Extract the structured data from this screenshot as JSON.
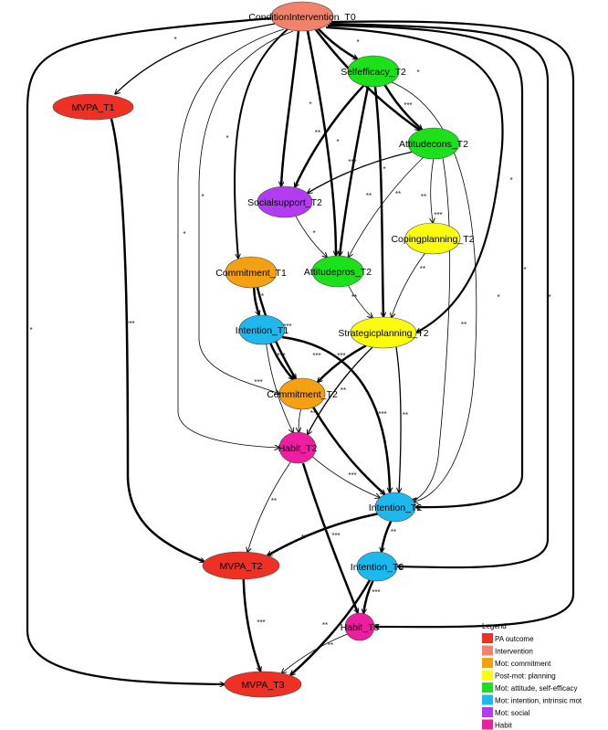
{
  "colors": {
    "intervention": "#f0826e",
    "outcome": "#ee3124",
    "commitment": "#f5a011",
    "planning": "#fbfb0c",
    "attitude": "#1ae11a",
    "intention": "#1cb8ee",
    "social": "#b23cf0",
    "habit": "#ee1ea0"
  },
  "nodes": {
    "intervention": "ConditionIntervention_T0",
    "mvpa_t1": "MVPA_T1",
    "selfefficacy_t2": "Selfefficacy_T2",
    "attitudecons_t2": "Attitudecons_T2",
    "socialsupport_t2": "Socialsupport_T2",
    "copingplanning_t2": "Copingplanning_T2",
    "commitment_t1": "Commitment_T1",
    "attitudepros_t2": "Attitudepros_T2",
    "intention_t1": "Intention_T1",
    "strategicplanning_t2": "Strategicplanning_T2",
    "commitment_t2": "Commitment_T2",
    "habit_t2": "Habit_T2",
    "intention_t2": "Intention_T2",
    "mvpa_t2": "MVPA_T2",
    "intention_t3": "Intention_T3",
    "habit_t3": "Habit_T3",
    "mvpa_t3": "MVPA_T3"
  },
  "edges": [
    {
      "from": "intervention",
      "to": "mvpa_t1",
      "label": "*",
      "weight": 1.3
    },
    {
      "from": "intervention",
      "to": "selfefficacy_t2",
      "label": "*",
      "weight": 2.5
    },
    {
      "from": "intervention",
      "to": "attitudecons_t2",
      "label": "*",
      "weight": 2.5
    },
    {
      "from": "intervention",
      "to": "socialsupport_t2",
      "label": "*",
      "weight": 2.5
    },
    {
      "from": "intervention",
      "to": "attitudepros_t2",
      "label": "*",
      "weight": 2.5
    },
    {
      "from": "intervention",
      "to": "commitment_t1",
      "label": "*",
      "weight": 2
    },
    {
      "from": "intervention",
      "to": "commitment_t2",
      "label": "*",
      "weight": 0.8
    },
    {
      "from": "intervention",
      "to": "habit_t2",
      "label": "*",
      "weight": 0.8
    },
    {
      "from": "intervention",
      "to": "strategicplanning_t2",
      "label": "*",
      "weight": 2.2
    },
    {
      "from": "intervention",
      "to": "intention_t2",
      "label": "*",
      "weight": 2.2
    },
    {
      "from": "intervention",
      "to": "intention_t3",
      "label": "*",
      "weight": 2.2
    },
    {
      "from": "intervention",
      "to": "habit_t3",
      "label": "*",
      "weight": 2.2
    },
    {
      "from": "intervention",
      "to": "mvpa_t3",
      "label": "*",
      "weight": 2.2
    },
    {
      "from": "selfefficacy_t2",
      "to": "attitudecons_t2",
      "label": "***",
      "weight": 2.5
    },
    {
      "from": "selfefficacy_t2",
      "to": "socialsupport_t2",
      "label": "**",
      "weight": 2.5
    },
    {
      "from": "selfefficacy_t2",
      "to": "attitudepros_t2",
      "label": "***",
      "weight": 2.5
    },
    {
      "from": "selfefficacy_t2",
      "to": "strategicplanning_t2",
      "label": "**",
      "weight": 2.5
    },
    {
      "from": "selfefficacy_t2",
      "to": "intention_t2",
      "label": "**",
      "weight": 0.8
    },
    {
      "from": "attitudecons_t2",
      "to": "socialsupport_t2",
      "label": "*",
      "weight": 1.3
    },
    {
      "from": "attitudecons_t2",
      "to": "attitudepros_t2",
      "label": "**",
      "weight": 0.8
    },
    {
      "from": "attitudecons_t2",
      "to": "copingplanning_t2",
      "label": "**",
      "weight": 0.8
    },
    {
      "from": "attitudecons_t2",
      "to": "intention_t2",
      "label": "***",
      "weight": 0.8
    },
    {
      "from": "socialsupport_t2",
      "to": "attitudepros_t2",
      "label": "*",
      "weight": 0.8
    },
    {
      "from": "copingplanning_t2",
      "to": "strategicplanning_t2",
      "label": "**",
      "weight": 0.8
    },
    {
      "from": "attitudepros_t2",
      "to": "strategicplanning_t2",
      "label": "**",
      "weight": 0.8
    },
    {
      "from": "commitment_t1",
      "to": "intention_t1",
      "label": "**",
      "weight": 2.5
    },
    {
      "from": "commitment_t1",
      "to": "commitment_t2",
      "label": "***",
      "weight": 2.5
    },
    {
      "from": "intention_t1",
      "to": "commitment_t2",
      "label": "***",
      "weight": 2.5
    },
    {
      "from": "intention_t1",
      "to": "habit_t2",
      "label": "***",
      "weight": 0.8
    },
    {
      "from": "intention_t1",
      "to": "intention_t2",
      "label": "***",
      "weight": 2.5
    },
    {
      "from": "strategicplanning_t2",
      "to": "commitment_t2",
      "label": "***",
      "weight": 2.5
    },
    {
      "from": "strategicplanning_t2",
      "to": "habit_t2",
      "label": "**",
      "weight": 1.3
    },
    {
      "from": "strategicplanning_t2",
      "to": "intention_t2",
      "label": "**",
      "weight": 1.3
    },
    {
      "from": "commitment_t2",
      "to": "habit_t2",
      "label": "**",
      "weight": 0.8
    },
    {
      "from": "commitment_t2",
      "to": "intention_t2",
      "label": "***",
      "weight": 2.5
    },
    {
      "from": "habit_t2",
      "to": "intention_t2",
      "label": "***",
      "weight": 0.8
    },
    {
      "from": "habit_t2",
      "to": "mvpa_t2",
      "label": "**",
      "weight": 0.8
    },
    {
      "from": "habit_t2",
      "to": "habit_t3",
      "label": "***",
      "weight": 2.5
    },
    {
      "from": "mvpa_t1",
      "to": "mvpa_t2",
      "label": "***",
      "weight": 2.5
    },
    {
      "from": "intention_t2",
      "to": "mvpa_t2",
      "label": "**",
      "weight": 2.5
    },
    {
      "from": "intention_t2",
      "to": "intention_t3",
      "label": "**",
      "weight": 2.5
    },
    {
      "from": "mvpa_t2",
      "to": "mvpa_t3",
      "label": "***",
      "weight": 2.5
    },
    {
      "from": "intention_t3",
      "to": "habit_t3",
      "label": "***",
      "weight": 2.5
    },
    {
      "from": "intention_t3",
      "to": "mvpa_t3",
      "label": "**",
      "weight": 2.5
    },
    {
      "from": "habit_t3",
      "to": "mvpa_t3",
      "label": "**",
      "weight": 0.8
    }
  ],
  "legend": {
    "title": "Legend",
    "items": [
      {
        "label": "PA outcome",
        "color": "#ee3124"
      },
      {
        "label": "Intervention",
        "color": "#f0826e"
      },
      {
        "label": "Mot: commitment",
        "color": "#f5a011"
      },
      {
        "label": "Post-mot: planning",
        "color": "#fbfb0c"
      },
      {
        "label": "Mot: attitude, self-efficacy",
        "color": "#1ae11a"
      },
      {
        "label": "Mot: intention, intrinsic mot",
        "color": "#1cb8ee"
      },
      {
        "label": "Mot: social",
        "color": "#b23cf0"
      },
      {
        "label": "Habit",
        "color": "#ee1ea0"
      }
    ]
  }
}
